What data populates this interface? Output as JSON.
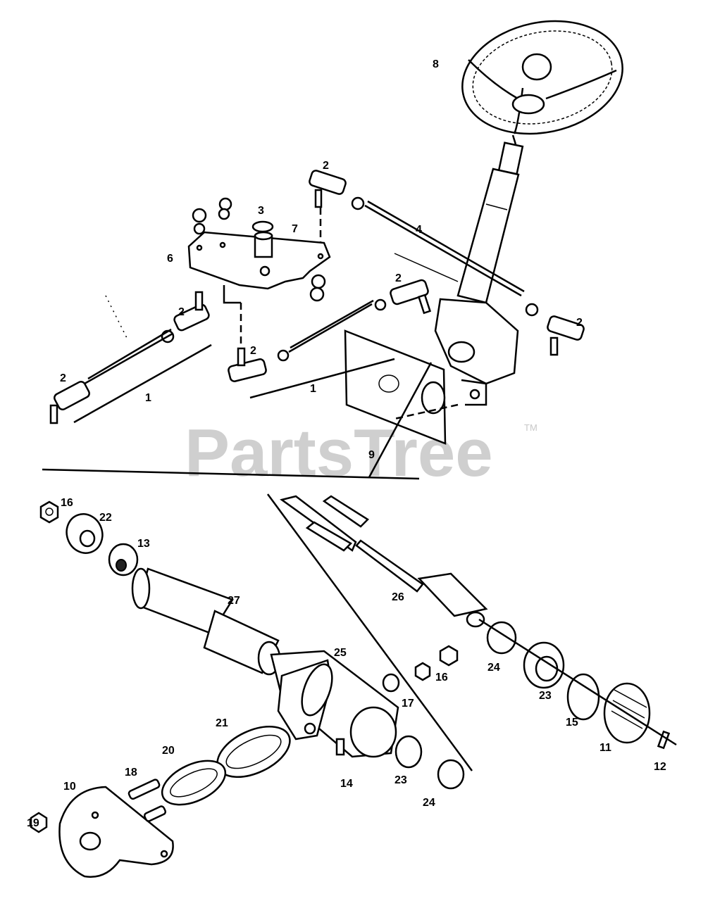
{
  "watermark": {
    "text": "PartsTree",
    "trademark": "TM"
  },
  "callouts": [
    {
      "id": "c8",
      "label": "8"
    },
    {
      "id": "c2a",
      "label": "2"
    },
    {
      "id": "c3",
      "label": "3"
    },
    {
      "id": "c7",
      "label": "7"
    },
    {
      "id": "c6",
      "label": "6"
    },
    {
      "id": "c4",
      "label": "4"
    },
    {
      "id": "c2b",
      "label": "2"
    },
    {
      "id": "c2c",
      "label": "2"
    },
    {
      "id": "c2d",
      "label": "2"
    },
    {
      "id": "c2e",
      "label": "2"
    },
    {
      "id": "c2f",
      "label": "2"
    },
    {
      "id": "c1a",
      "label": "1"
    },
    {
      "id": "c1b",
      "label": "1"
    },
    {
      "id": "c9",
      "label": "9"
    },
    {
      "id": "c16a",
      "label": "16"
    },
    {
      "id": "c22",
      "label": "22"
    },
    {
      "id": "c13",
      "label": "13"
    },
    {
      "id": "c27",
      "label": "27"
    },
    {
      "id": "c26",
      "label": "26"
    },
    {
      "id": "c25",
      "label": "25"
    },
    {
      "id": "c16b",
      "label": "16"
    },
    {
      "id": "c17",
      "label": "17"
    },
    {
      "id": "c24a",
      "label": "24"
    },
    {
      "id": "c23a",
      "label": "23"
    },
    {
      "id": "c15",
      "label": "15"
    },
    {
      "id": "c11",
      "label": "11"
    },
    {
      "id": "c12",
      "label": "12"
    },
    {
      "id": "c21",
      "label": "21"
    },
    {
      "id": "c20",
      "label": "20"
    },
    {
      "id": "c18",
      "label": "18"
    },
    {
      "id": "c10",
      "label": "10"
    },
    {
      "id": "c19",
      "label": "19"
    },
    {
      "id": "c14",
      "label": "14"
    },
    {
      "id": "c23b",
      "label": "23"
    },
    {
      "id": "c24b",
      "label": "24"
    }
  ]
}
